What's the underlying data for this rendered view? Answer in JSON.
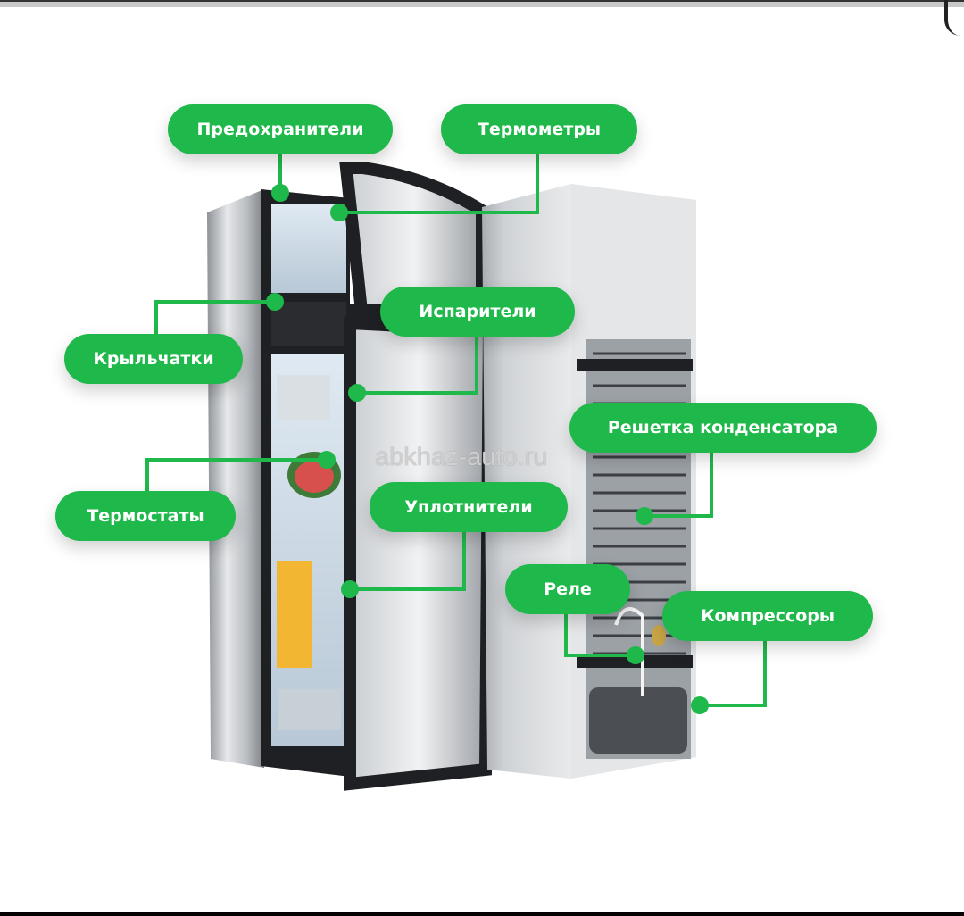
{
  "title": "Refrigerator components diagram",
  "watermark": "abkhaz-auto.ru",
  "accent_color": "#1fb84a",
  "labels": [
    {
      "id": "fuses",
      "text": "Предохранители"
    },
    {
      "id": "thermometers",
      "text": "Термометры"
    },
    {
      "id": "impellers",
      "text": "Крыльчатки"
    },
    {
      "id": "evaporators",
      "text": "Испарители"
    },
    {
      "id": "condenser-grille",
      "text": "Решетка конденсатора"
    },
    {
      "id": "thermostats",
      "text": "Термостаты"
    },
    {
      "id": "seals",
      "text": "Уплотнители"
    },
    {
      "id": "relays",
      "text": "Реле"
    },
    {
      "id": "compressors",
      "text": "Компрессоры"
    }
  ]
}
